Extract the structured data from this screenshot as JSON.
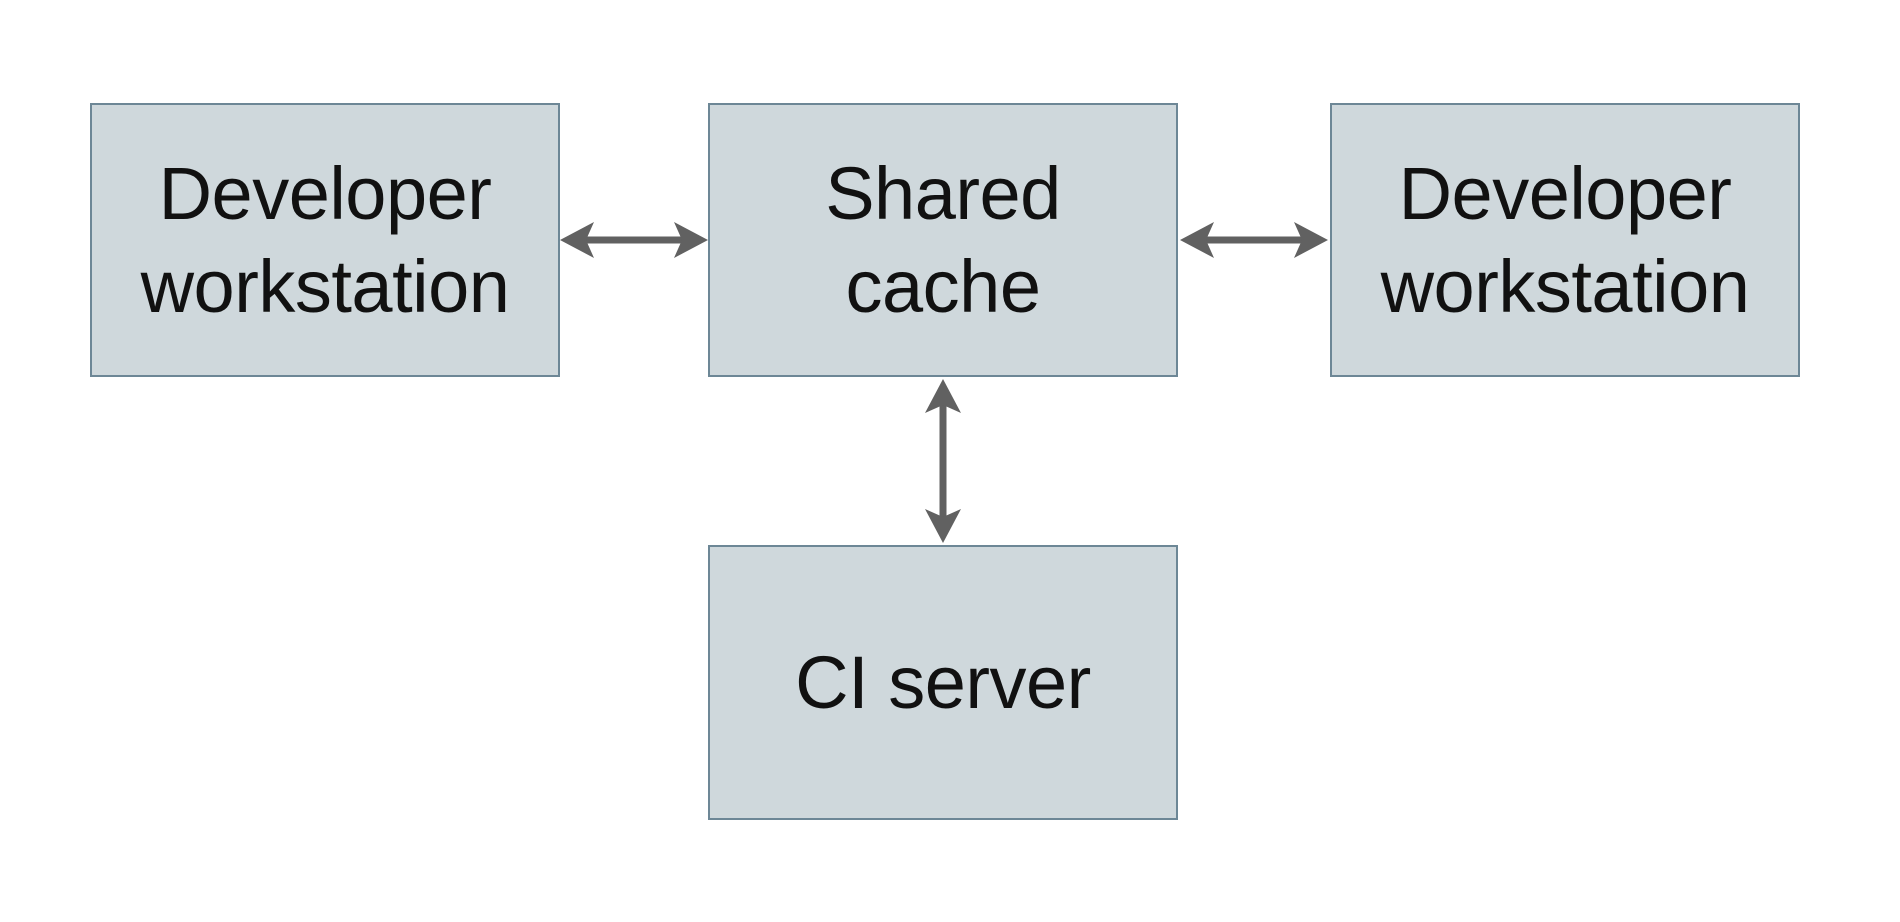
{
  "diagram": {
    "title": "",
    "colors": {
      "background": "#ffffff",
      "node_fill": "#cfd8dc",
      "node_border": "#6d8796",
      "arrow_color": "#616161",
      "text_color": "#111111"
    },
    "nodes": [
      {
        "id": "developer-workstation-left",
        "label": "Developer workstation",
        "lines": [
          "Developer",
          "workstation"
        ]
      },
      {
        "id": "shared-cache",
        "label": "Shared cache",
        "lines": [
          "Shared",
          "cache"
        ]
      },
      {
        "id": "developer-workstation-right",
        "label": "Developer workstation",
        "lines": [
          "Developer",
          "workstation"
        ]
      },
      {
        "id": "ci-server",
        "label": "CI server",
        "lines": [
          "CI server"
        ]
      }
    ],
    "edges": [
      {
        "from": "developer-workstation-left",
        "to": "shared-cache",
        "type": "bidirectional",
        "orientation": "horizontal"
      },
      {
        "from": "developer-workstation-right",
        "to": "shared-cache",
        "type": "bidirectional",
        "orientation": "horizontal"
      },
      {
        "from": "ci-server",
        "to": "shared-cache",
        "type": "bidirectional",
        "orientation": "vertical"
      }
    ]
  }
}
